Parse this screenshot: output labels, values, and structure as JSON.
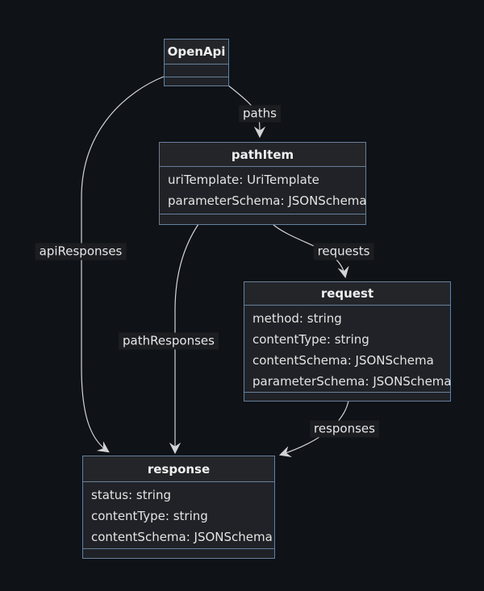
{
  "diagram": {
    "type": "uml-class-diagram",
    "colors": {
      "background": "#0f1217",
      "box_border": "#66809b",
      "box_fill": "#202227",
      "edge_color": "#d3d4d6",
      "label_background": "#1b1d21",
      "text_color": "#e9e9e9"
    },
    "classes": {
      "openapi": {
        "name": "OpenApi",
        "attributes": []
      },
      "pathitem": {
        "name": "pathItem",
        "attributes": [
          "uriTemplate: UriTemplate",
          "parameterSchema: JSONSchema"
        ]
      },
      "request": {
        "name": "request",
        "attributes": [
          "method: string",
          "contentType: string",
          "contentSchema: JSONSchema",
          "parameterSchema: JSONSchema"
        ]
      },
      "response": {
        "name": "response",
        "attributes": [
          "status: string",
          "contentType: string",
          "contentSchema: JSONSchema"
        ]
      }
    },
    "relations": [
      {
        "from": "OpenApi",
        "to": "pathItem",
        "label": "paths"
      },
      {
        "from": "OpenApi",
        "to": "response",
        "label": "apiResponses"
      },
      {
        "from": "pathItem",
        "to": "request",
        "label": "requests"
      },
      {
        "from": "pathItem",
        "to": "response",
        "label": "pathResponses"
      },
      {
        "from": "request",
        "to": "response",
        "label": "responses"
      }
    ]
  }
}
